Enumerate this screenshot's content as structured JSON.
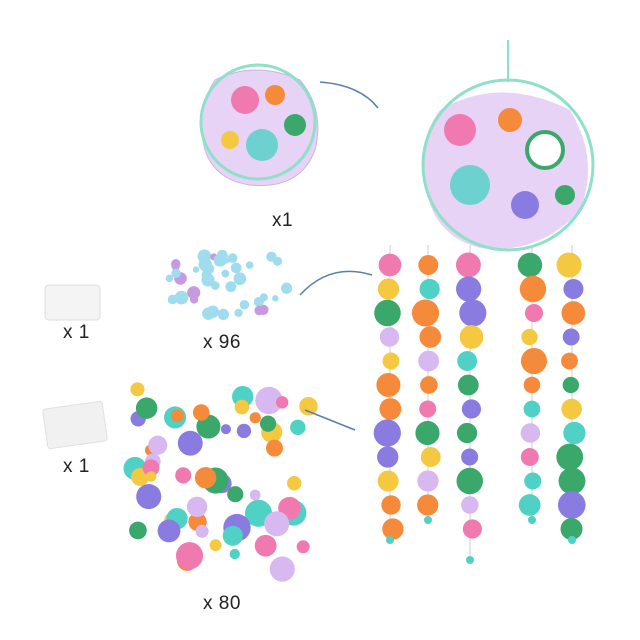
{
  "labels": {
    "hoop_qty": "x1",
    "thread_qty": "x 1",
    "beads_qty": "x 96",
    "bag_qty": "x 1",
    "stickers_qty": "x 80"
  },
  "colors": {
    "hoop": "#8fe0c8",
    "arrow": "#5a7fa8",
    "lilac": "#d8b8f0",
    "pink": "#f07ab0",
    "orange": "#f58a3a",
    "turquoise": "#4fd1c5",
    "yellow": "#f5c842",
    "green": "#3aa86b"
  }
}
